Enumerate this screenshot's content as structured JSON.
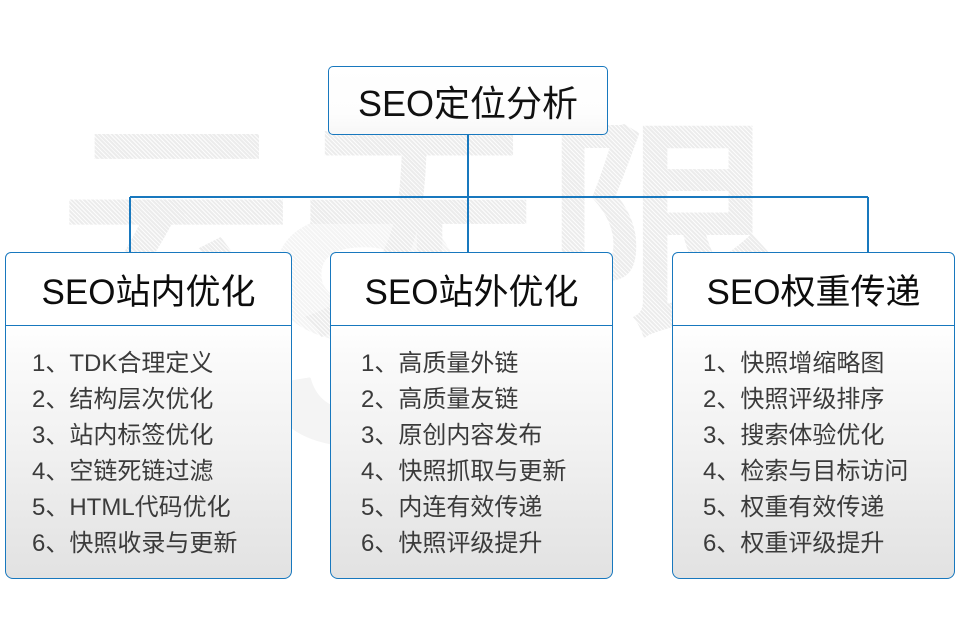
{
  "diagram": {
    "type": "hierarchy-tree",
    "root": {
      "label": "SEO定位分析"
    },
    "accent_color": "#1878be",
    "text_color": "#0d0d0d",
    "item_text_color": "#3b3b3b",
    "watermark": {
      "text": "云无限",
      "accent_glyph": "S",
      "color": "#ececec"
    },
    "columns": [
      {
        "id": "seo-onsite",
        "title": "SEO站内优化",
        "items": [
          "1、TDK合理定义",
          "2、结构层次优化",
          "3、站内标签优化",
          "4、空链死链过滤",
          "5、HTML代码优化",
          "6、快照收录与更新"
        ]
      },
      {
        "id": "seo-offsite",
        "title": "SEO站外优化",
        "items": [
          "1、高质量外链",
          "2、高质量友链",
          "3、原创内容发布",
          "4、快照抓取与更新",
          "5、内连有效传递",
          "6、快照评级提升"
        ]
      },
      {
        "id": "seo-weight",
        "title": "SEO权重传递",
        "items": [
          "1、快照增缩略图",
          "2、快照评级排序",
          "3、搜索体验优化",
          "4、检索与目标访问",
          "5、权重有效传递",
          "6、权重评级提升"
        ]
      }
    ]
  }
}
